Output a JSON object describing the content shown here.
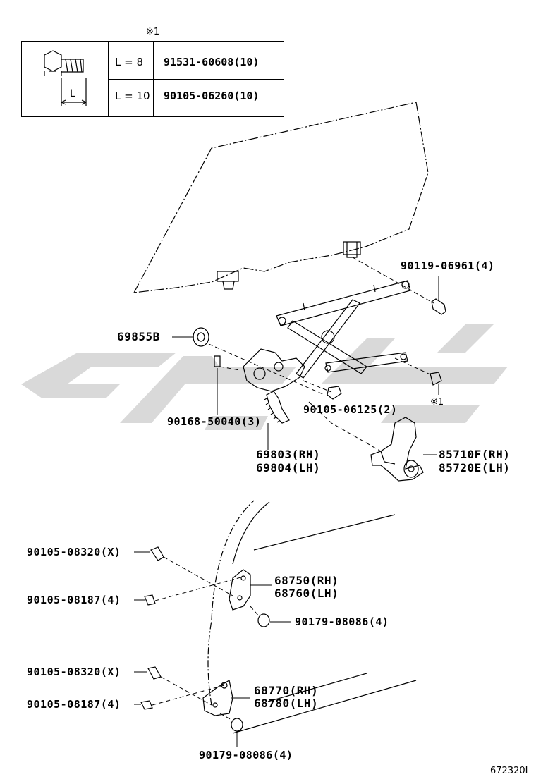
{
  "table": {
    "header_mark": "※1",
    "rows": [
      {
        "length": "L = 8",
        "part": "91531-60608(10)"
      },
      {
        "length": "L = 10",
        "part": "90105-06260(10)"
      }
    ],
    "dimension_label": "L"
  },
  "callouts": {
    "bolt_90119": "90119-06961(4)",
    "part_69855b": "69855B",
    "bolt_90168": "90168-50040(3)",
    "bolt_90105_06125": "90105-06125(2)",
    "mark_1": "※1",
    "regulator_rh": "69803(RH)",
    "regulator_lh": "69804(LH)",
    "motor_rh": "85710F(RH)",
    "motor_lh": "85720E(LH)",
    "upper_bolt_a": "90105-08320(X)",
    "upper_bolt_b": "90105-08187(4)",
    "upper_hinge_rh": "68750(RH)",
    "upper_hinge_lh": "68760(LH)",
    "upper_nut": "90179-08086(4)",
    "lower_bolt_a": "90105-08320(X)",
    "lower_bolt_b": "90105-08187(4)",
    "lower_hinge_rh": "68770(RH)",
    "lower_hinge_lh": "68780(LH)",
    "lower_nut": "90179-08086(4)"
  },
  "figure_id": "672320I"
}
